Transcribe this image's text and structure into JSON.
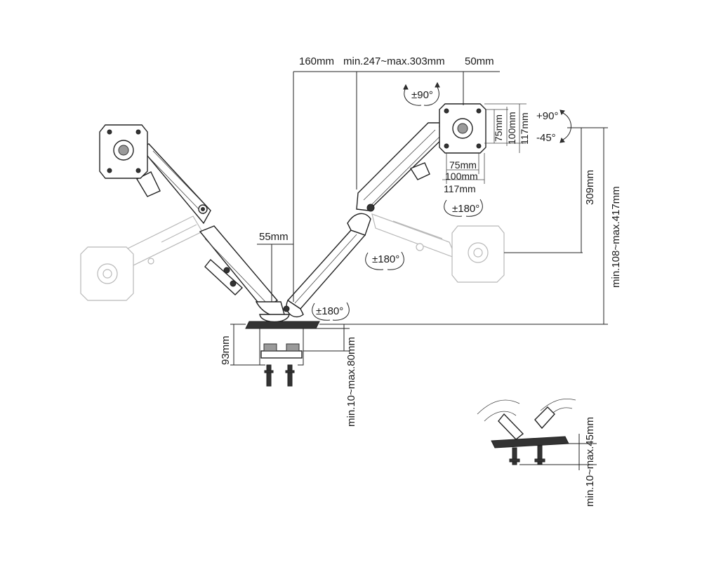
{
  "dimensions": {
    "top_left_width": "160mm",
    "top_reach": "min.247~max.303mm",
    "top_right_offset": "50mm",
    "pole_width": "55mm",
    "clamp_height": "93mm",
    "desk_thickness_main": "min.10~max.80mm",
    "height_adjust": "309mm",
    "total_height": "min.108~max.417mm",
    "vesa_v1": "75mm",
    "vesa_v2": "100mm",
    "vesa_v3": "117mm",
    "vesa_h1": "75mm",
    "vesa_h2": "100mm",
    "vesa_h3": "117mm",
    "grommet_thickness": "min.10~max.45mm"
  },
  "rotations": {
    "plate_rotation": "±90°",
    "tilt_up": "+90°",
    "tilt_down": "-45°",
    "swivel_plate": "±180°",
    "swivel_arm": "±180°",
    "swivel_base": "±180°"
  }
}
